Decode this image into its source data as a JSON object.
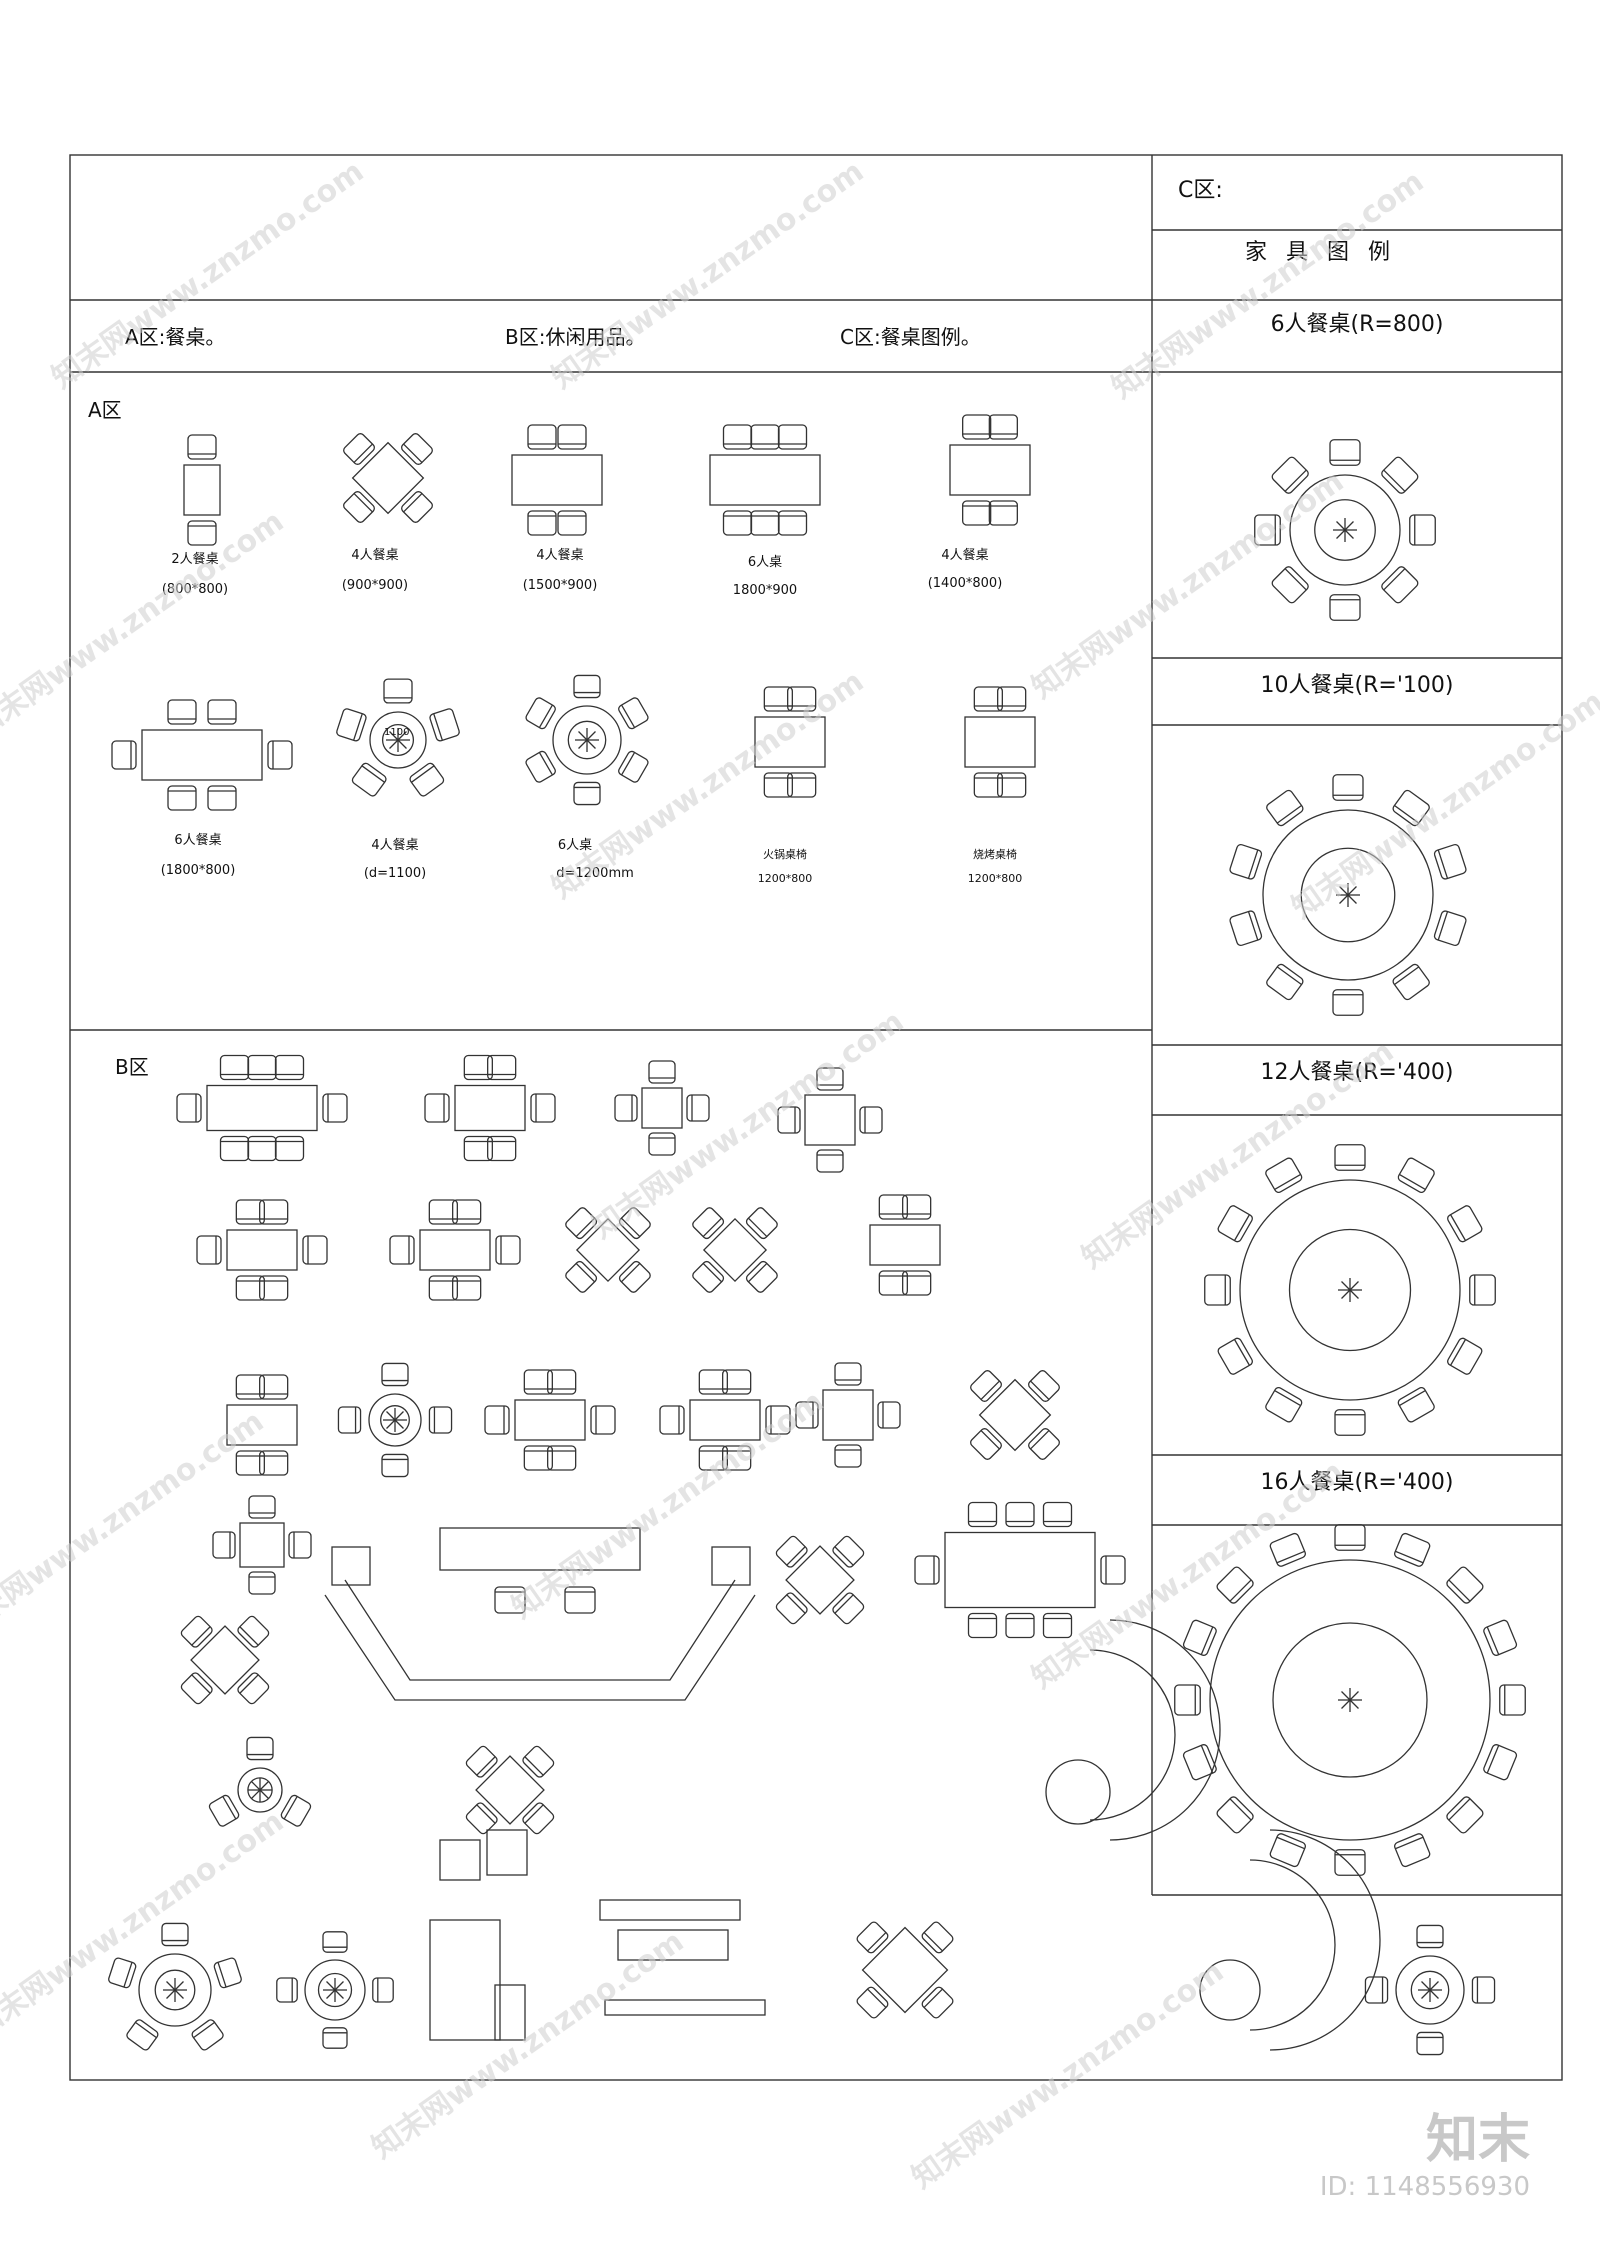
{
  "zone_c_header": "C区:",
  "legend_title": "家 具 图 例",
  "section_headings": {
    "a": "A区:餐桌。",
    "b": "B区:休闲用品。",
    "c": "C区:餐桌图例。"
  },
  "zone_labels": {
    "a": "A区",
    "b": "B区"
  },
  "zone_a_items": [
    {
      "name": "2人餐桌",
      "size": "(800*800)"
    },
    {
      "name": "4人餐桌",
      "size": "(900*900)"
    },
    {
      "name": "4人餐桌",
      "size": "(1500*900)"
    },
    {
      "name": "6人桌",
      "size": "1800*900"
    },
    {
      "name": "4人餐桌",
      "size": "(1400*800)"
    },
    {
      "name": "6人餐桌",
      "size": "(1800*800)"
    },
    {
      "name": "4人餐桌",
      "size": "(d=1100)"
    },
    {
      "name": "6人桌",
      "size": "d=1200mm"
    },
    {
      "name": "火锅桌椅",
      "size": "1200*800"
    },
    {
      "name": "烧烤桌椅",
      "size": "1200*800"
    }
  ],
  "round_table_center_label": "1100",
  "zone_c_items": [
    {
      "title": "6人餐桌(R=800)"
    },
    {
      "title": "10人餐桌(R='100)"
    },
    {
      "title": "12人餐桌(R='400)"
    },
    {
      "title": "16人餐桌(R='400)"
    }
  ],
  "watermark_text": "知末网www.znzmo.com",
  "brand": {
    "logo": "知末",
    "id": "ID: 1148556930"
  }
}
